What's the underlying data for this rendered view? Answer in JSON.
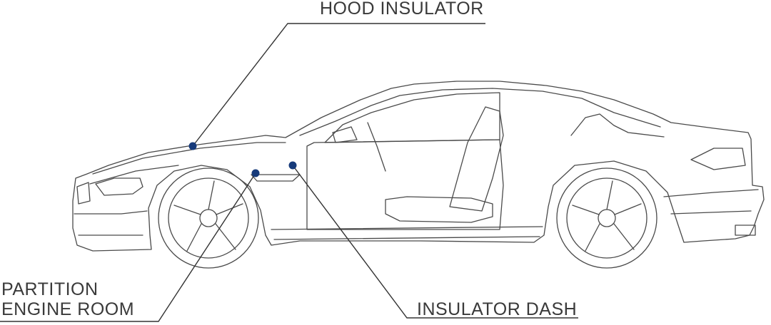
{
  "callouts": {
    "hood_insulator": "HOOD INSULATOR",
    "insulator_dash": "INSULATOR DASH",
    "partition_line1": "PARTITION",
    "partition_line2": "ENGINE ROOM"
  },
  "colors": {
    "outline": "#4a4a4a",
    "leader": "#333333",
    "marker": "#163a7a"
  }
}
